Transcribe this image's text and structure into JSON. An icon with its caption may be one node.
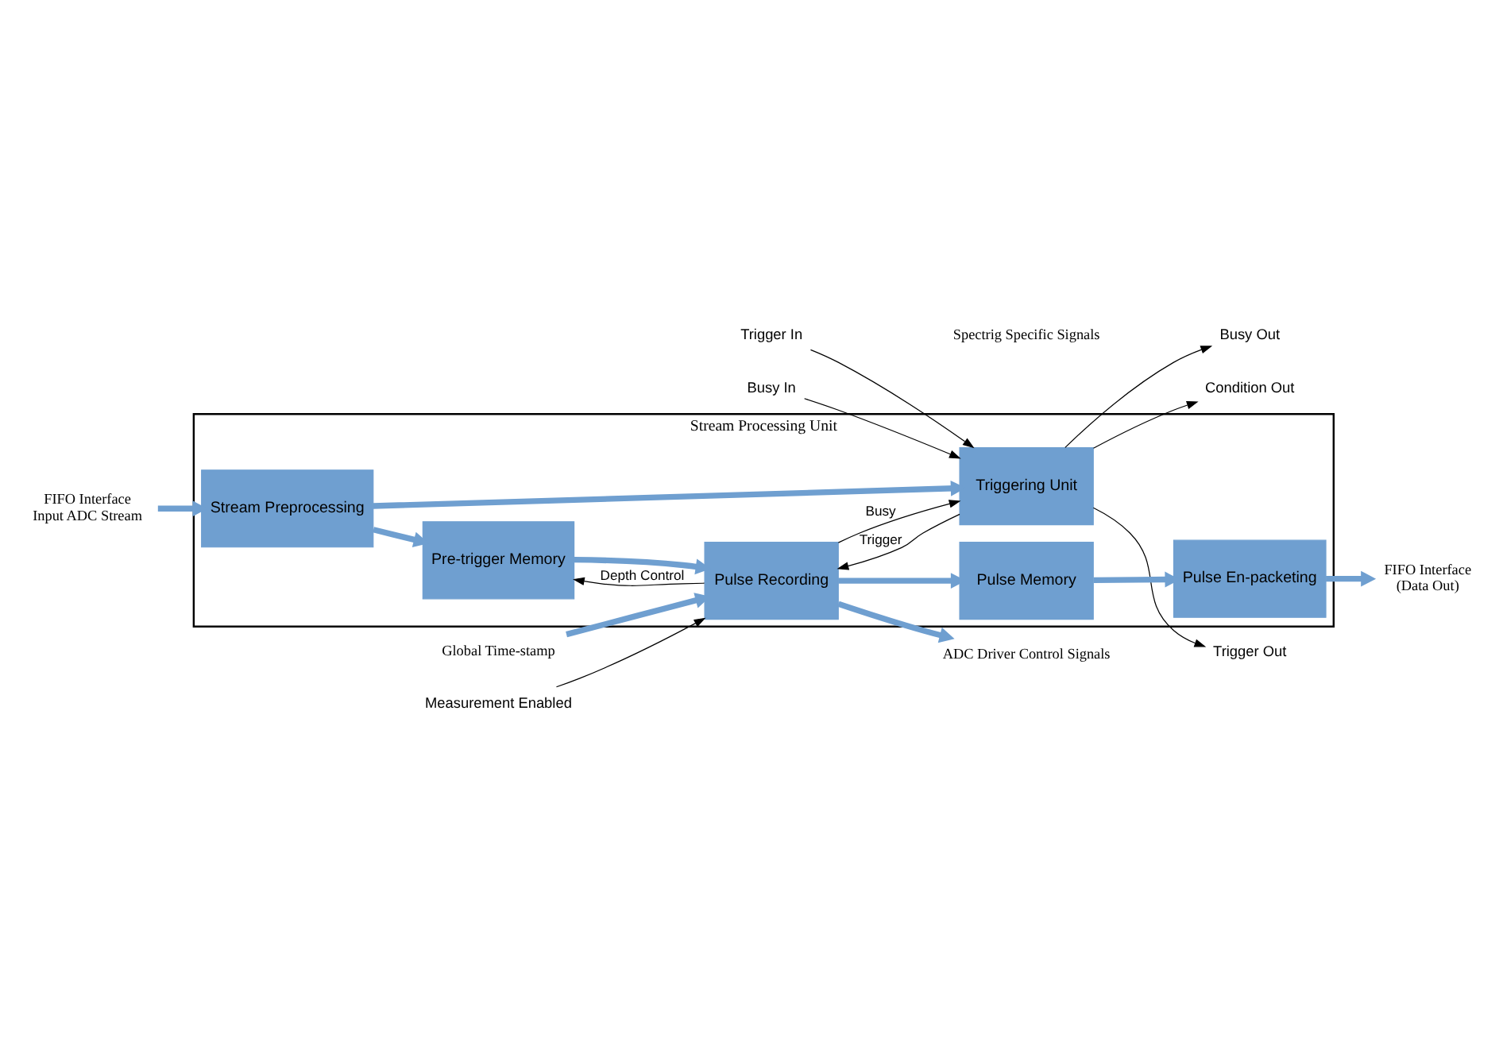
{
  "diagram": {
    "nodes": [
      {
        "text": [
          "Stream Processing Unit"
        ]
      },
      {
        "text": [
          "Stream Preprocessing"
        ],
        "in": 0
      },
      {
        "text": [
          "Pre-trigger Memory"
        ],
        "in": 0
      },
      {
        "text": [
          "Triggering Unit"
        ],
        "in": 0
      },
      {
        "text": [
          "Pulse Recording"
        ],
        "in": 0
      },
      {
        "text": [
          "Pulse En-packeting"
        ],
        "in": 0
      },
      {
        "text": [
          "Pulse Memory"
        ],
        "in": 0
      },
      {
        "text": [
          "FIFO Interface",
          "Input ADC Stream"
        ]
      },
      {
        "text": [
          "Busy Out"
        ]
      },
      {
        "text": [
          "Busy In"
        ]
      },
      {
        "text": [
          "Trigger In"
        ]
      },
      {
        "text": [
          "Trigger Out"
        ]
      },
      {
        "text": [
          "Condition Out"
        ]
      },
      {
        "text": [
          "ADC Driver Control Signals"
        ]
      },
      {
        "text": [
          "Global Time-stamp"
        ]
      },
      {
        "text": [
          "Measurement Enabled"
        ]
      },
      {
        "text": [
          "FIFO Interface",
          "(Data Out)"
        ]
      }
    ],
    "edges": [
      {
        "from": 7,
        "to": 1,
        "arrow": "to",
        "style": "thick"
      },
      {
        "from": 1,
        "to": 2,
        "arrow": "to",
        "style": "thick"
      },
      {
        "from": 1,
        "to": 3,
        "arrow": "to",
        "style": "thick"
      },
      {
        "from": 2,
        "to": 4,
        "arrow": "to",
        "style": "thick"
      },
      {
        "from": 4,
        "to": 2,
        "arrow": "to",
        "label": "Depth Control",
        "color": "#000000"
      },
      {
        "from": 3,
        "to": 4,
        "arrow": "to",
        "label": "Trigger",
        "color": "#000000"
      },
      {
        "from": 4,
        "to": 3,
        "arrow": "to",
        "label": "Busy",
        "color": "#000000"
      },
      {
        "from": 3,
        "to": 8,
        "arrow": "to",
        "color": "#000000"
      },
      {
        "from": 9,
        "to": 3,
        "arrow": "to",
        "color": "#000000"
      },
      {
        "from": 10,
        "to": 3,
        "arrow": "to",
        "color": "#000000"
      },
      {
        "from": 3,
        "to": 11,
        "arrow": "to",
        "color": "#000000"
      },
      {
        "from": 3,
        "to": 12,
        "arrow": "to",
        "color": "#000000"
      },
      {
        "from": 4,
        "to": 13,
        "arrow": "to",
        "style": "thick"
      },
      {
        "from": 14,
        "to": 4,
        "arrow": "to",
        "style": "thick"
      },
      {
        "from": 15,
        "to": 4,
        "arrow": "to",
        "color": "#000000"
      },
      {
        "from": 4,
        "to": 6,
        "arrow": "to",
        "style": "thick"
      },
      {
        "from": 6,
        "to": 5,
        "arrow": "to",
        "style": "thick"
      },
      {
        "from": 5,
        "to": 16,
        "arrow": "to",
        "style": "thick"
      }
    ],
    "labels": [
      "Spectrig Specific Signals"
    ]
  }
}
